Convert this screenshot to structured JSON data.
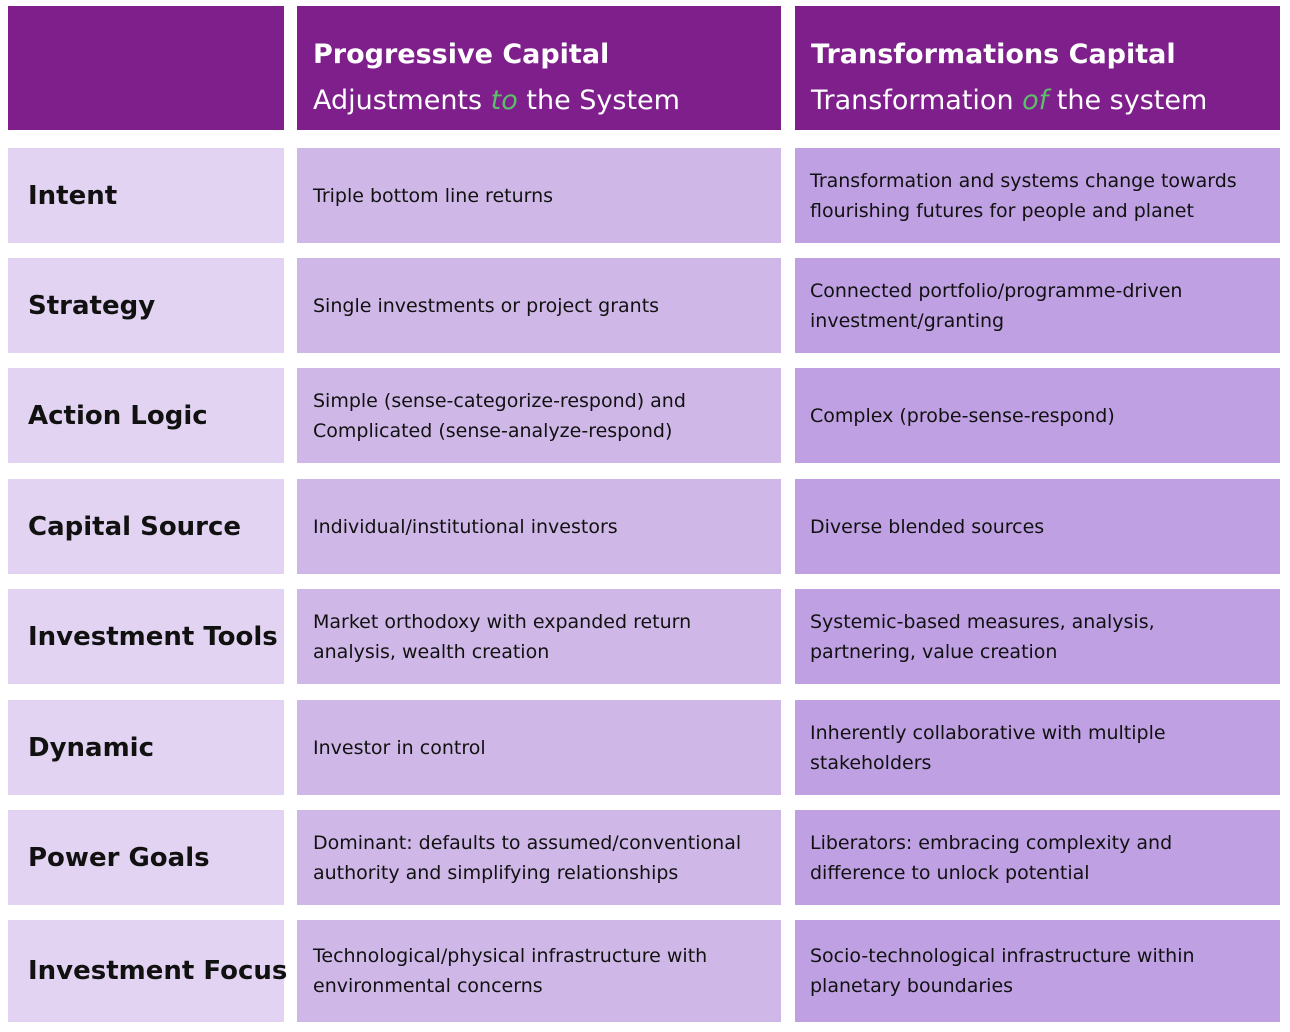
{
  "header": {
    "progressive": {
      "title": "Progressive Capital",
      "sub_before": "Adjustments ",
      "sub_em": "to",
      "sub_after": " the System"
    },
    "transformations": {
      "title": "Transformations Capital",
      "sub_before": "Transformation ",
      "sub_em": "of",
      "sub_after": " the system"
    }
  },
  "rows": [
    {
      "label": "Intent",
      "progressive": "Triple bottom line returns",
      "transformations": "Transformation and systems change towards flourishing futures for people and planet"
    },
    {
      "label": "Strategy",
      "progressive": "Single investments or project grants",
      "transformations": "Connected portfolio/programme-driven investment/granting"
    },
    {
      "label": "Action Logic",
      "progressive": "Simple (sense-categorize-respond) and Complicated (sense-analyze-respond)",
      "transformations": "Complex (probe-sense-respond)"
    },
    {
      "label": "Capital Source",
      "progressive": "Individual/institutional investors",
      "transformations": "Diverse blended sources"
    },
    {
      "label": "Investment Tools",
      "progressive": "Market orthodoxy with expanded return analysis, wealth creation",
      "transformations": "Systemic-based measures, analysis, partnering, value creation"
    },
    {
      "label": "Dynamic",
      "progressive": "Investor in control",
      "transformations": "Inherently collaborative with multiple stakeholders"
    },
    {
      "label": "Power Goals",
      "progressive": "Dominant: defaults to assumed/conventional authority and simplifying relationships",
      "transformations": "Liberators: embracing complexity and difference to unlock potential"
    },
    {
      "label": "Investment Focus",
      "progressive": "Technological/physical infrastructure with environmental concerns",
      "transformations": "Socio-technological infrastructure within planetary boundaries"
    }
  ]
}
